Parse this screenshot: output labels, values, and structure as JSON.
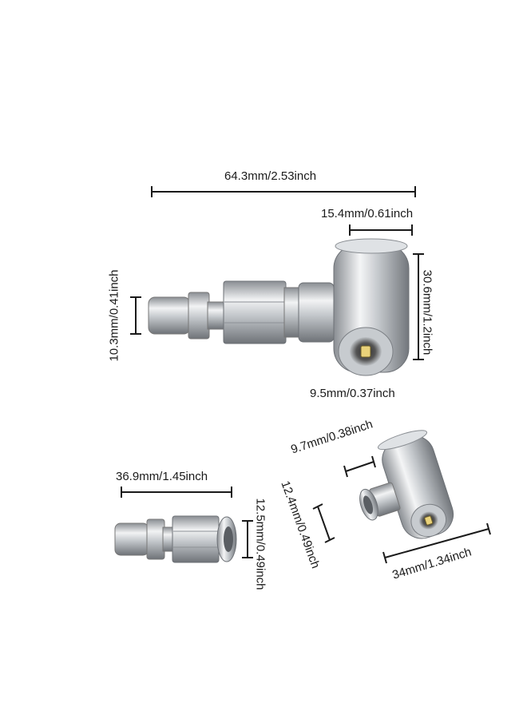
{
  "dimensions": {
    "total_length": "64.3mm/2.53inch",
    "chuck_width": "15.4mm/0.61inch",
    "chuck_height": "30.6mm/1.2inch",
    "plug_diameter": "10.3mm/0.41inch",
    "chuck_opening": "9.5mm/0.37inch",
    "coupler_length": "36.9mm/1.45inch",
    "coupler_thread": "12.5mm/0.49inch",
    "elbow_thread_length": "9.7mm/0.38inch",
    "elbow_thread_diameter": "12.4mm/0.49inch",
    "elbow_length": "34mm/1.34inch"
  },
  "colors": {
    "line": "#1a1a1a",
    "metal_dark": "#7b7f84",
    "metal_mid": "#b9bdc2",
    "metal_light": "#f4f5f6"
  }
}
